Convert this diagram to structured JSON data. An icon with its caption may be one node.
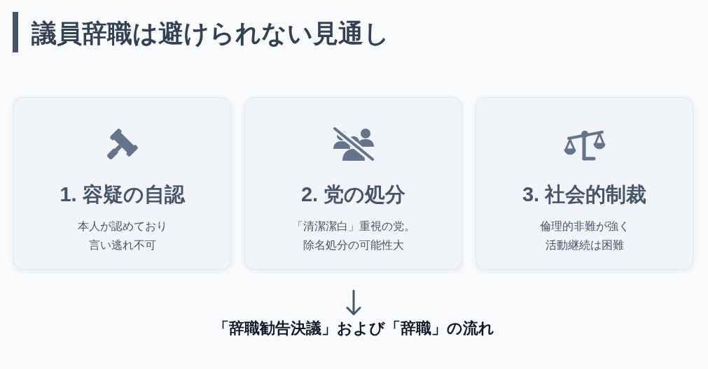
{
  "diagram": {
    "title": "議員辞職は避けられない見通し",
    "nodes": [
      {
        "text": [
          "1. 容疑の自認",
          "本人が認めており言い逃れ不可"
        ]
      },
      {
        "text": [
          "2. 党の処分",
          "「清潔潔白」重視の党。除名処分の可能性大"
        ]
      },
      {
        "text": [
          "3. 社会的制裁",
          "倫理的非難が強く活動継続は困難"
        ]
      },
      {
        "text": [
          "「辞職勧告決議」および「辞職」の流れ"
        ]
      }
    ],
    "edges": [
      {
        "from": null,
        "to": 3,
        "arrow": "to"
      }
    ]
  }
}
